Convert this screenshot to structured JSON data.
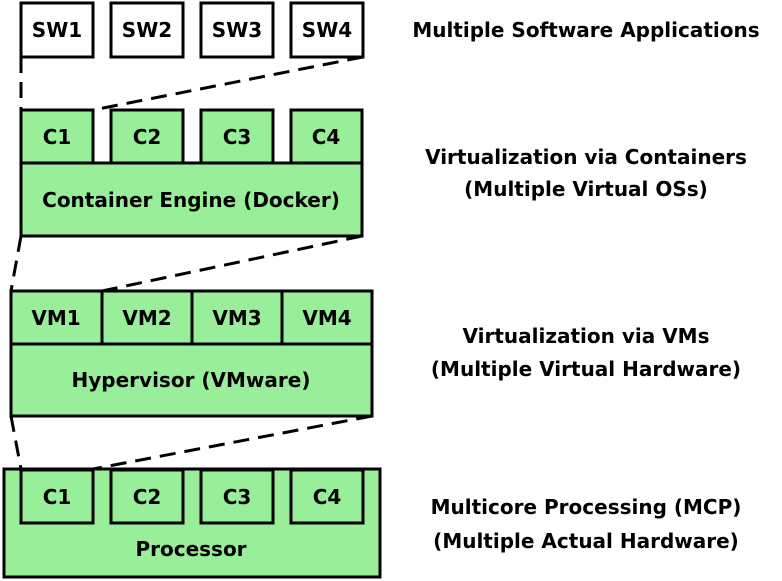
{
  "software_layer": {
    "apps": [
      "SW1",
      "SW2",
      "SW3",
      "SW4"
    ],
    "caption": [
      "Multiple Software Applications"
    ]
  },
  "container_layer": {
    "containers": [
      "C1",
      "C2",
      "C3",
      "C4"
    ],
    "engine": "Container Engine (Docker)",
    "caption": [
      "Virtualization via Containers",
      "(Multiple Virtual OSs)"
    ]
  },
  "vm_layer": {
    "vms": [
      "VM1",
      "VM2",
      "VM3",
      "VM4"
    ],
    "hypervisor": "Hypervisor (VMware)",
    "caption": [
      "Virtualization via VMs",
      "(Multiple Virtual Hardware)"
    ]
  },
  "processor_layer": {
    "cores": [
      "C1",
      "C2",
      "C3",
      "C4"
    ],
    "processor": "Processor",
    "caption": [
      "Multicore Processing (MCP)",
      "(Multiple Actual Hardware)"
    ]
  },
  "colors": {
    "fill": "#99ee99",
    "stroke": "#000000",
    "background": "#ffffff"
  }
}
